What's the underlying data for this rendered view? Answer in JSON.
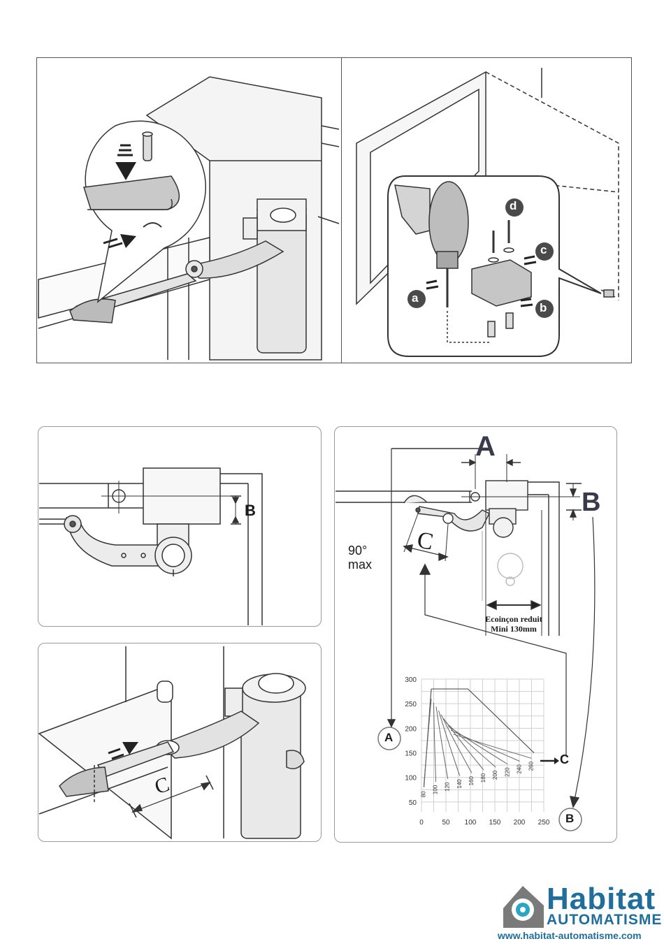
{
  "top_right": {
    "callouts": [
      "a",
      "b",
      "c",
      "d"
    ]
  },
  "bottom_left": {
    "dim_b": "B",
    "dim_c": "C"
  },
  "bottom_right": {
    "label_a": "A",
    "label_b": "B",
    "label_c": "C",
    "angle_line1": "90°",
    "angle_line2": "max",
    "note_line1": "Ecoinçon reduit",
    "note_line2": "Mini 130mm",
    "graph_marker_a": "A",
    "graph_marker_b": "B",
    "graph_marker_c": "C"
  },
  "chart_data": {
    "type": "line",
    "x_ticks": [
      "0",
      "50",
      "100",
      "150",
      "200",
      "250"
    ],
    "y_ticks": [
      "50",
      "100",
      "150",
      "200",
      "250",
      "300"
    ],
    "xlim": [
      0,
      250
    ],
    "ylim": [
      30,
      300
    ],
    "grid": true,
    "curve_labels": [
      "80",
      "100",
      "120",
      "140",
      "160",
      "180",
      "200",
      "220",
      "240",
      "260"
    ],
    "x_axis_marker": "B",
    "y_axis_marker": "A",
    "curve_marker": "C"
  },
  "logo": {
    "brand": "Habitat",
    "tagline": "AUTOMATISME",
    "url": "www.habitat-automatisme.com",
    "color": "#1f6e9c"
  }
}
